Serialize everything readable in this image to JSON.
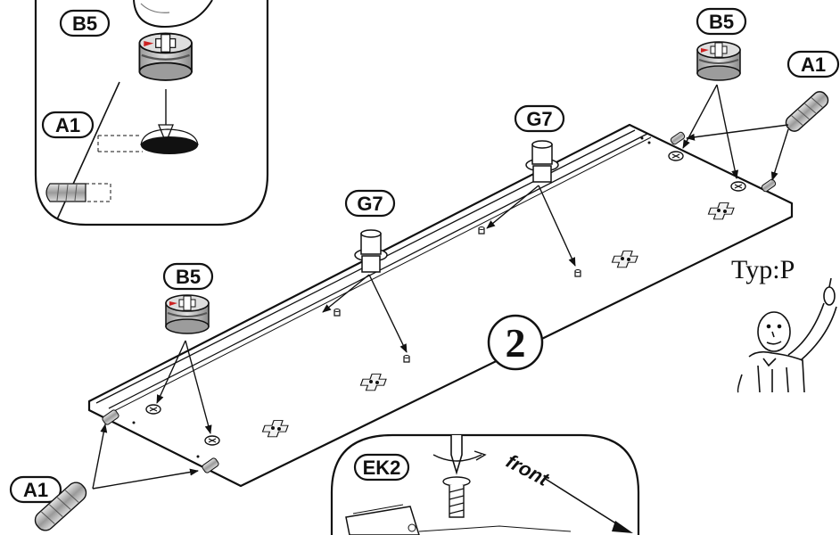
{
  "labels": {
    "b5_inset": "B5",
    "a1_inset": "A1",
    "b5_top_right": "B5",
    "a1_top_right": "A1",
    "g7_upper": "G7",
    "g7_lower": "G7",
    "b5_left": "B5",
    "a1_bottom_left": "A1",
    "ek2": "EK2",
    "front": "front",
    "step_number": "2",
    "type_note": "Typ:P"
  },
  "colors": {
    "line": "#111111",
    "cam_grey": "#c8c8c8",
    "cam_dark": "#8c8c8c",
    "marker_red": "#cc2222",
    "dowel_grey": "#b0b0b0"
  }
}
